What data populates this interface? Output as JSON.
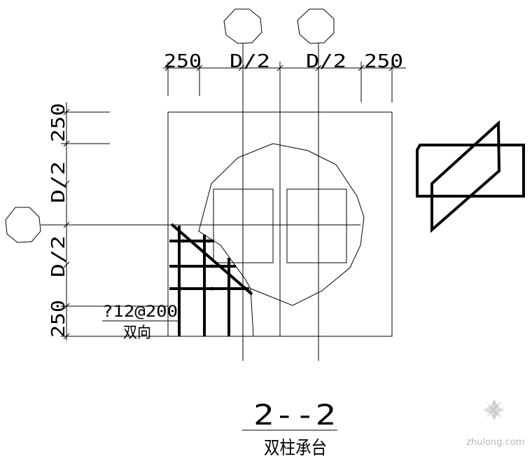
{
  "dimensions": {
    "top": [
      "250",
      "D/2",
      "D/2",
      "250"
    ],
    "left": [
      "250",
      "D/2",
      "D/2",
      "250"
    ]
  },
  "rebar_label": "?12@200",
  "rebar_direction": "双向",
  "section_title": "2--2",
  "section_subtitle": "双柱承台",
  "watermark": "zhulong.com",
  "colors": {
    "line": "#000000",
    "watermark": "#b8b8b8"
  }
}
